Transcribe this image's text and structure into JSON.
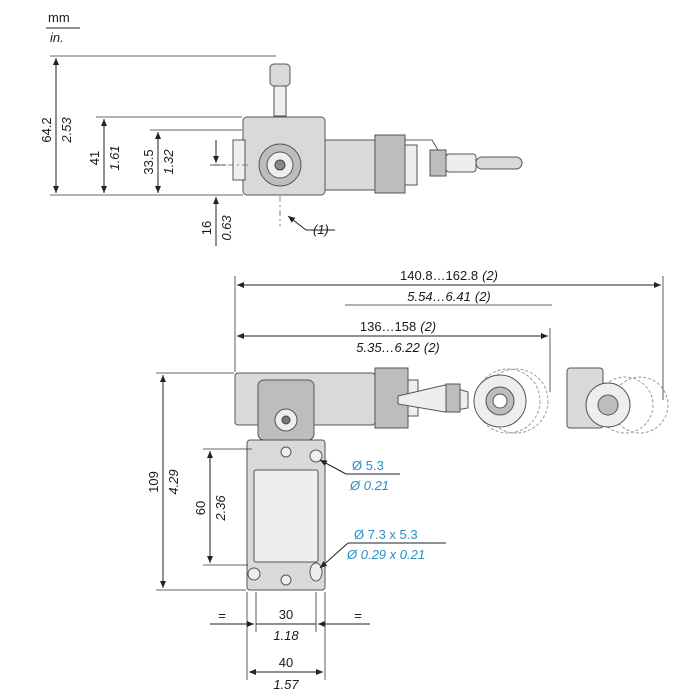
{
  "units": {
    "primary": "mm",
    "secondary": "in."
  },
  "top_view": {
    "height_total": {
      "mm": "64.2",
      "in": "2.53"
    },
    "height_mid": {
      "mm": "41",
      "in": "1.61"
    },
    "height_axis": {
      "mm": "33.5",
      "in": "1.32"
    },
    "offset_small": {
      "mm": "16",
      "in": "0.63"
    },
    "note_ref": "(1)"
  },
  "front_view": {
    "span_outer": {
      "mm": "140.8…162.8",
      "in": "5.54…6.41",
      "note": "(2)"
    },
    "span_inner": {
      "mm": "136…158",
      "in": "5.35…6.22",
      "note": "(2)"
    },
    "height_total": {
      "mm": "109",
      "in": "4.29"
    },
    "hole_spacing": {
      "mm": "60",
      "in": "2.36"
    },
    "width_inner": {
      "mm": "30",
      "in": "1.18"
    },
    "width_outer": {
      "mm": "40",
      "in": "1.57"
    },
    "equal_mark": "=",
    "hole_round": {
      "mm": "Ø 5.3",
      "in": "Ø 0.21"
    },
    "hole_slot": {
      "mm": "Ø 7.3 x 5.3",
      "in": "Ø 0.29 x 0.21"
    }
  },
  "colors": {
    "callout": "#2a8fc4",
    "body": "#d9d9d9",
    "outline": "#555555"
  }
}
